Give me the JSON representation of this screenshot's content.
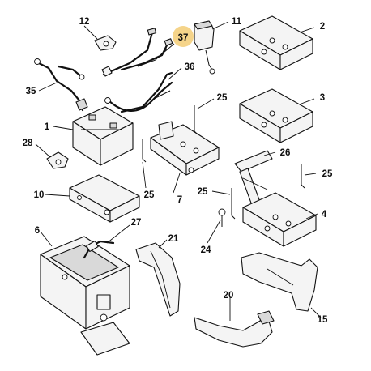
{
  "callouts": [
    {
      "id": "c1",
      "label": "1",
      "highlighted": false
    },
    {
      "id": "c2",
      "label": "2",
      "highlighted": false
    },
    {
      "id": "c3",
      "label": "3",
      "highlighted": false
    },
    {
      "id": "c4",
      "label": "4",
      "highlighted": false
    },
    {
      "id": "c6",
      "label": "6",
      "highlighted": false
    },
    {
      "id": "c7",
      "label": "7",
      "highlighted": false
    },
    {
      "id": "c10",
      "label": "10",
      "highlighted": false
    },
    {
      "id": "c11",
      "label": "11",
      "highlighted": false
    },
    {
      "id": "c12",
      "label": "12",
      "highlighted": false
    },
    {
      "id": "c15",
      "label": "15",
      "highlighted": false
    },
    {
      "id": "c20",
      "label": "20",
      "highlighted": false
    },
    {
      "id": "c21",
      "label": "21",
      "highlighted": false
    },
    {
      "id": "c24",
      "label": "24",
      "highlighted": false
    },
    {
      "id": "c25a",
      "label": "25",
      "highlighted": false
    },
    {
      "id": "c25b",
      "label": "25",
      "highlighted": false
    },
    {
      "id": "c25c",
      "label": "25",
      "highlighted": false
    },
    {
      "id": "c25d",
      "label": "25",
      "highlighted": false
    },
    {
      "id": "c26",
      "label": "26",
      "highlighted": false
    },
    {
      "id": "c27",
      "label": "27",
      "highlighted": false
    },
    {
      "id": "c28",
      "label": "28",
      "highlighted": false
    },
    {
      "id": "c35",
      "label": "35",
      "highlighted": false
    },
    {
      "id": "c36",
      "label": "36",
      "highlighted": false
    },
    {
      "id": "c37",
      "label": "37",
      "highlighted": true
    }
  ],
  "colors": {
    "highlight": "#f5d48a",
    "line": "#111111",
    "part_fill": "#f4f4f4"
  }
}
